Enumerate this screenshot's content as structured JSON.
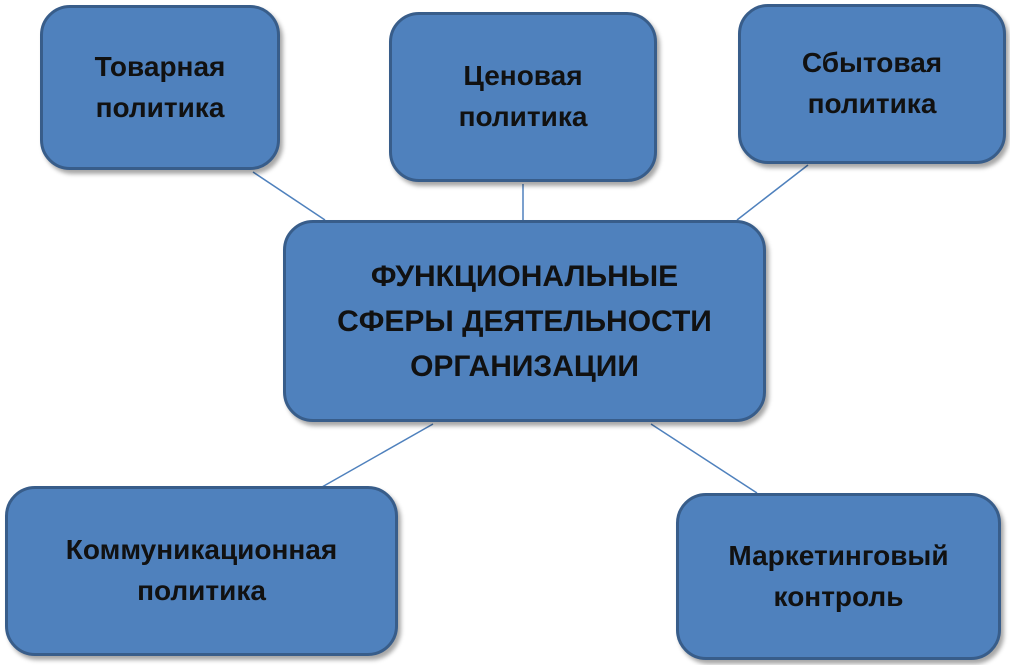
{
  "diagram": {
    "center": {
      "label": "ФУНКЦИОНАЛЬНЫЕ\nСФЕРЫ ДЕЯТЕЛЬНОСТИ\nОРГАНИЗАЦИИ"
    },
    "nodes": [
      {
        "label": "Товарная\nполитика"
      },
      {
        "label": "Ценовая\nполитика"
      },
      {
        "label": "Сбытовая\nполитика"
      },
      {
        "label": "Коммуникационная\nполитика"
      },
      {
        "label": "Маркетинговый\nконтроль"
      }
    ]
  },
  "colors": {
    "box_fill": "#4f81bd",
    "box_border": "#385d8a",
    "connector": "#4f81bd",
    "text": "#111111"
  }
}
